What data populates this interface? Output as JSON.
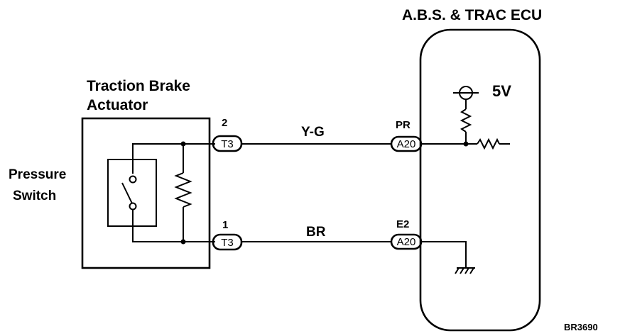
{
  "ecu": {
    "title": "A.B.S. & TRAC ECU",
    "voltage": "5V",
    "terminals": [
      {
        "pin": "PR",
        "connector": "A20"
      },
      {
        "pin": "E2",
        "connector": "A20"
      }
    ]
  },
  "actuator": {
    "title_line1": "Traction Brake",
    "title_line2": "Actuator",
    "terminals": [
      {
        "pin": "2",
        "connector": "T3"
      },
      {
        "pin": "1",
        "connector": "T3"
      }
    ]
  },
  "switch": {
    "label_line1": "Pressure",
    "label_line2": "Switch"
  },
  "wires": [
    {
      "color": "Y-G"
    },
    {
      "color": "BR"
    }
  ],
  "figure_code": "BR3690"
}
